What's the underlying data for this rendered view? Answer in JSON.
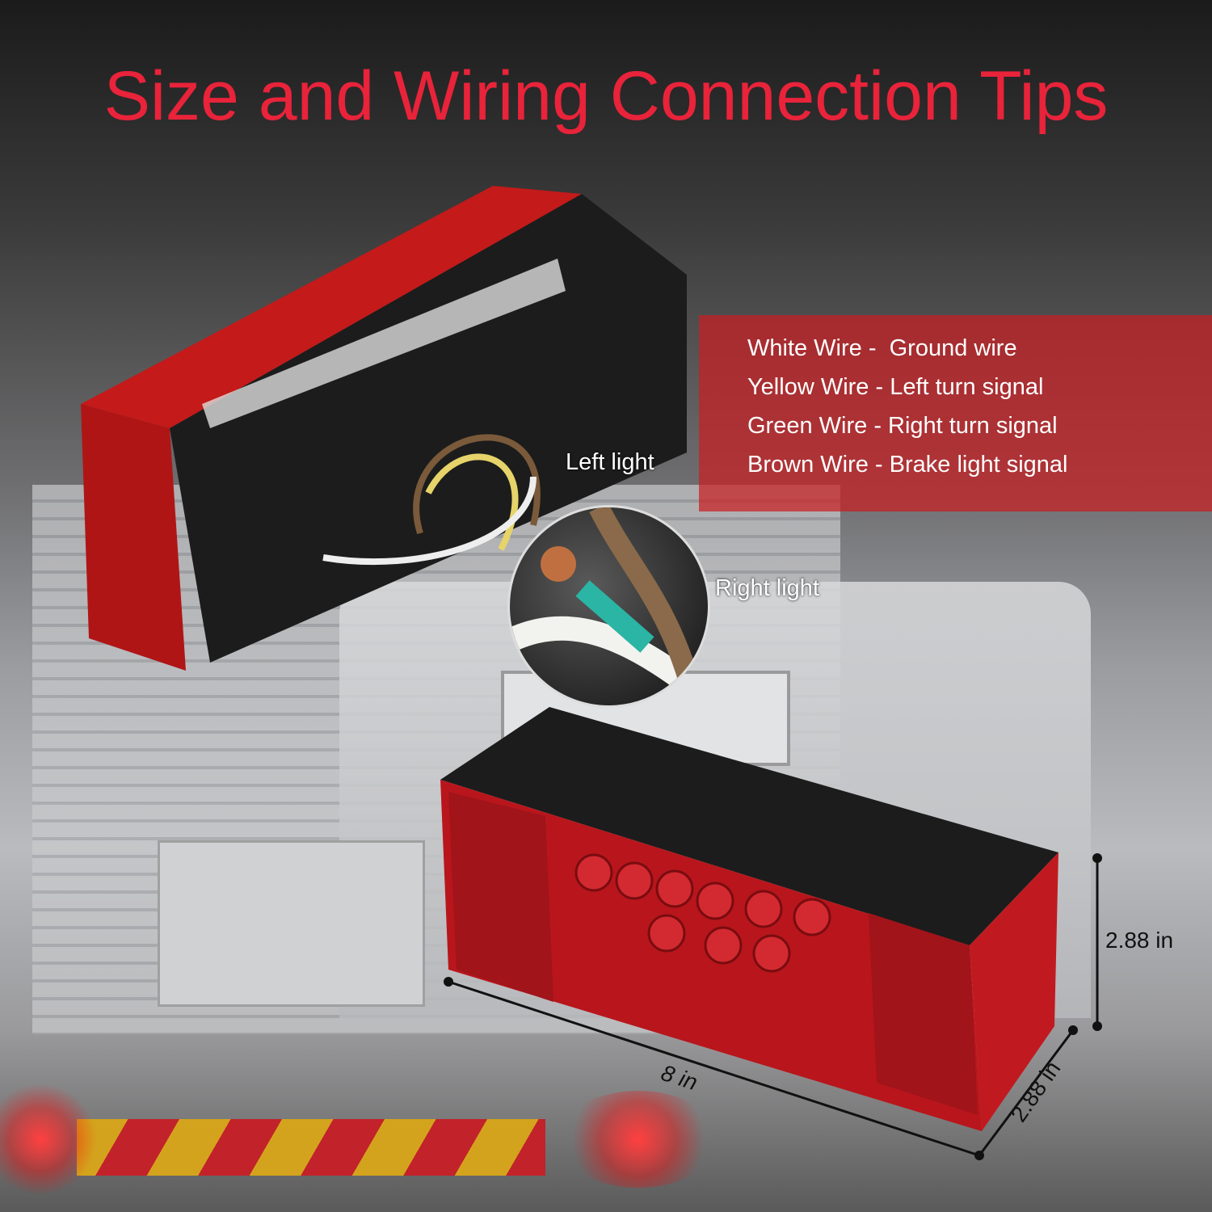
{
  "title": "Size and Wiring Connection Tips",
  "wiring": [
    "White Wire -  Ground wire",
    "Yellow Wire - Left turn signal",
    "Green Wire - Right turn signal",
    "Brown Wire - Brake light signal"
  ],
  "labels": {
    "left": "Left light",
    "right": "Right light"
  },
  "dimensions": {
    "length": "8 in",
    "depth": "2.88 in",
    "height": "2.88 in"
  },
  "colors": {
    "title": "#e8233a",
    "panel": "#c81e23"
  }
}
